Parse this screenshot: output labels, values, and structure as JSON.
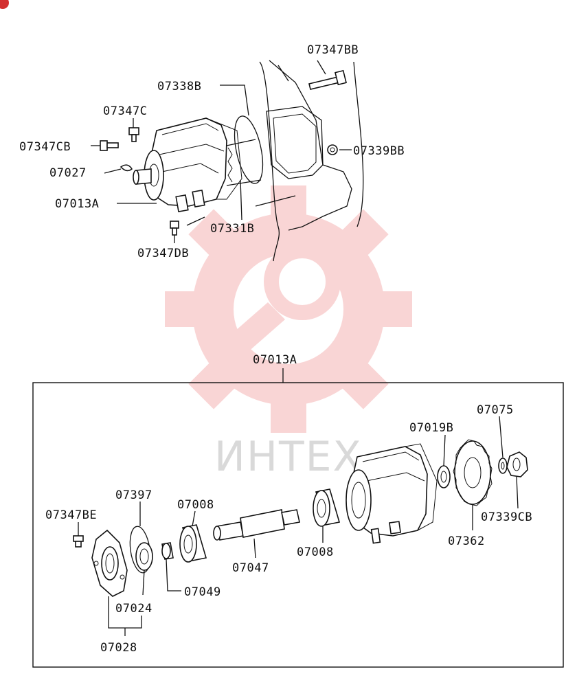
{
  "watermark": {
    "text": "ИНТЕХ",
    "color": "#f4b6b6"
  },
  "top_assembly": {
    "labels": {
      "p07347BB": "07347BB",
      "p07338B": "07338B",
      "p07347C": "07347C",
      "p07347CB": "07347CB",
      "p07339BB": "07339BB",
      "p07027": "07027",
      "p07013A": "07013A",
      "p07331B": "07331B",
      "p07347DB": "07347DB"
    }
  },
  "detail_box": {
    "title": "07013A",
    "labels": {
      "p07075": "07075",
      "p07019B": "07019B",
      "p07397": "07397",
      "p07008a": "07008",
      "p07347BE": "07347BE",
      "p07339CB": "07339CB",
      "p07362": "07362",
      "p07008b": "07008",
      "p07047": "07047",
      "p07049": "07049",
      "p07024": "07024",
      "p07028": "07028"
    }
  }
}
